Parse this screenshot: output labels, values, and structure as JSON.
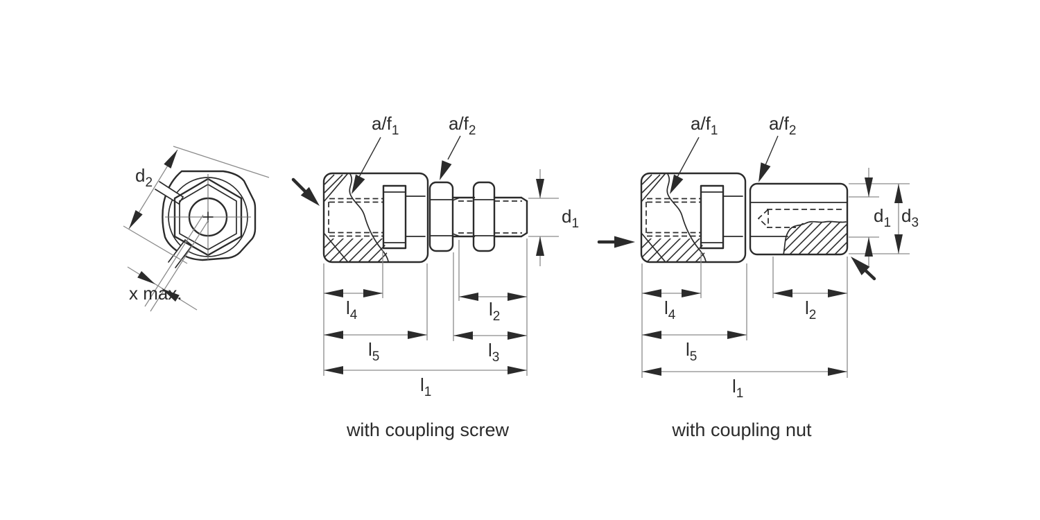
{
  "page": {
    "background": "#ffffff",
    "ink_color": "#2b2b2b",
    "dimension_line_color": "#8a8a8a"
  },
  "figures": {
    "front_view": {
      "labels": {
        "d2": {
          "main": "d",
          "sub": "2"
        },
        "x_max": "x max."
      }
    },
    "coupling_screw": {
      "caption": "with coupling screw",
      "labels": {
        "af1": {
          "main": "a/f",
          "sub": "1"
        },
        "af2": {
          "main": "a/f",
          "sub": "2"
        },
        "d1": {
          "main": "d",
          "sub": "1"
        },
        "l1": {
          "main": "l",
          "sub": "1"
        },
        "l2": {
          "main": "l",
          "sub": "2"
        },
        "l3": {
          "main": "l",
          "sub": "3"
        },
        "l4": {
          "main": "l",
          "sub": "4"
        },
        "l5": {
          "main": "l",
          "sub": "5"
        }
      }
    },
    "coupling_nut": {
      "caption": "with coupling nut",
      "labels": {
        "af1": {
          "main": "a/f",
          "sub": "1"
        },
        "af2": {
          "main": "a/f",
          "sub": "2"
        },
        "d1": {
          "main": "d",
          "sub": "1"
        },
        "d3": {
          "main": "d",
          "sub": "3"
        },
        "l1": {
          "main": "l",
          "sub": "1"
        },
        "l2": {
          "main": "l",
          "sub": "2"
        },
        "l4": {
          "main": "l",
          "sub": "4"
        },
        "l5": {
          "main": "l",
          "sub": "5"
        }
      }
    }
  }
}
